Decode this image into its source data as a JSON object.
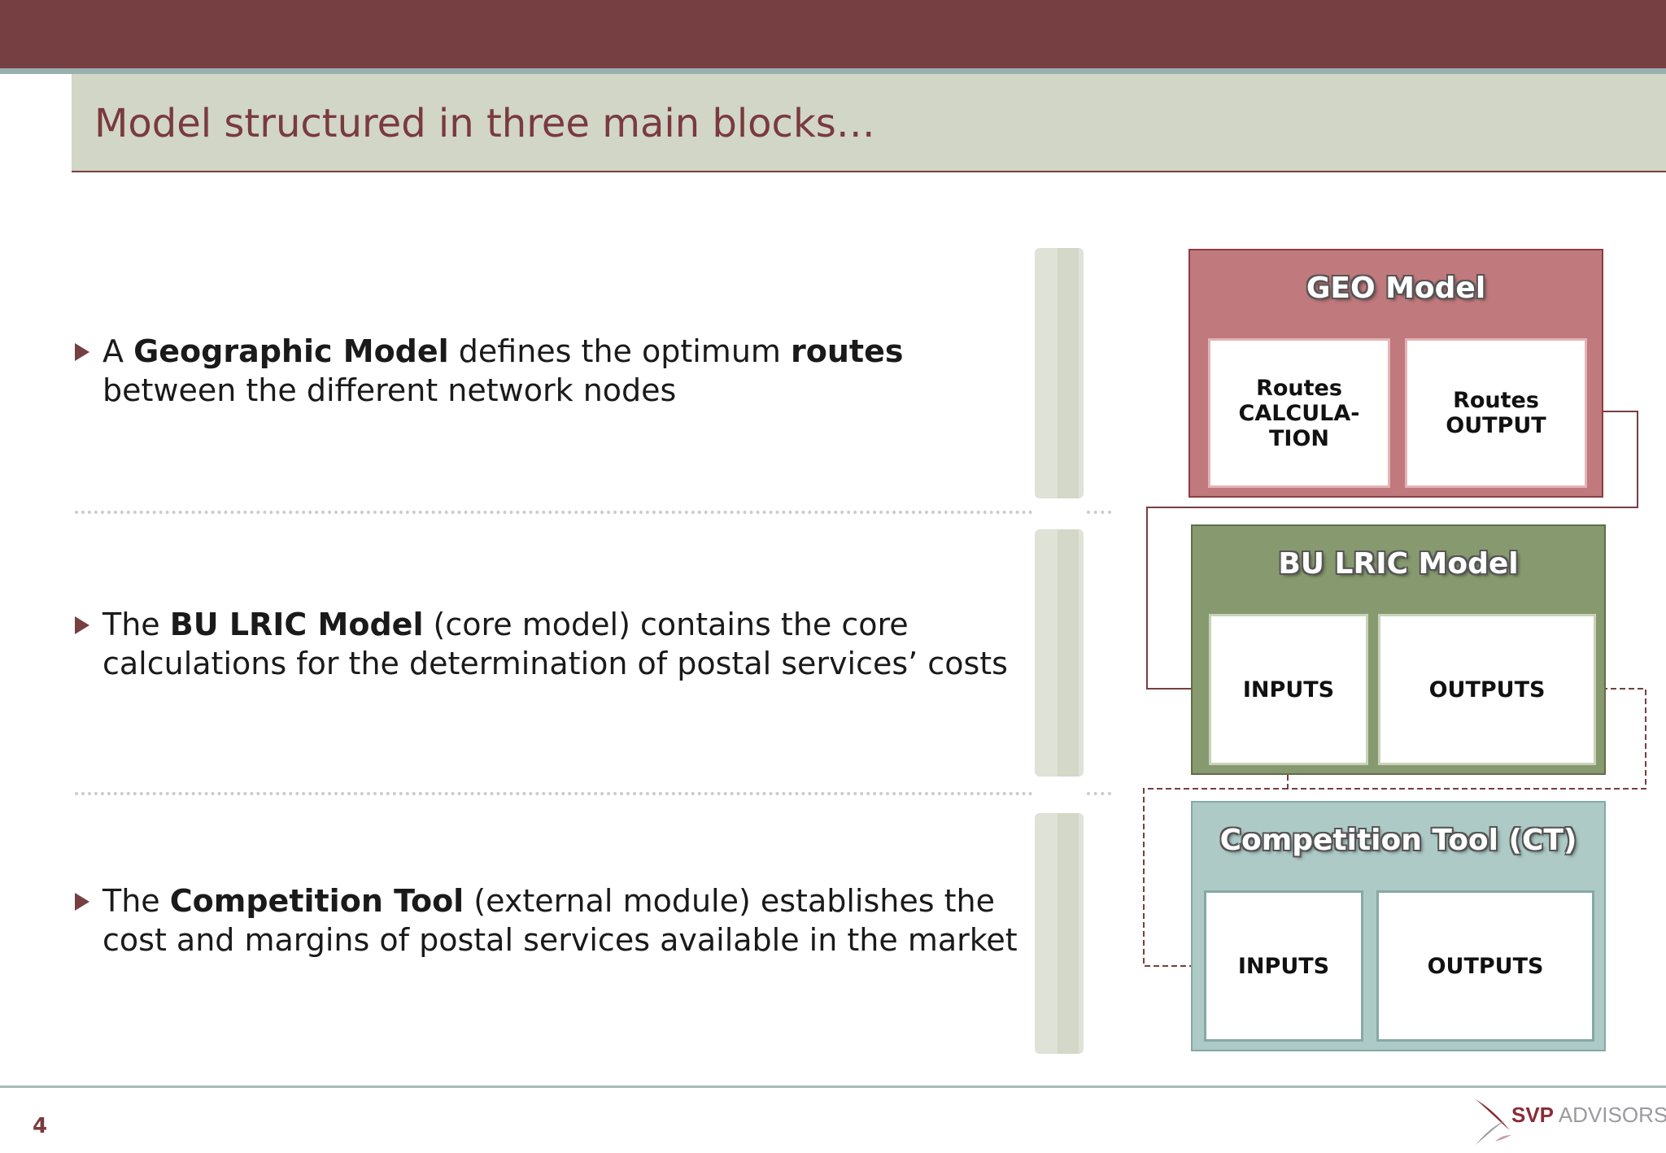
{
  "slide": {
    "title": "Model structured in three main blocks…",
    "page_number": "4"
  },
  "bullets": [
    {
      "pre": "A ",
      "bold1": "Geographic Model",
      "mid": " defines the optimum ",
      "bold2": "routes",
      "line2": "between the different network nodes"
    },
    {
      "pre": "The ",
      "bold1": "BU LRIC Model",
      "mid": " (core model) contains the core",
      "bold2": "",
      "line2": "calculations for the determination of postal services’ costs"
    },
    {
      "pre": "The ",
      "bold1": "Competition Tool",
      "mid": " (external module) establishes the",
      "bold2": "",
      "line2": "cost and margins of postal services available in the market"
    }
  ],
  "diagram": {
    "geo": {
      "title": "GEO Model",
      "box1": [
        "Routes",
        "CALCULA-",
        "TION"
      ],
      "box2": [
        "Routes",
        "OUTPUT"
      ]
    },
    "bu": {
      "title": "BU LRIC Model",
      "box1": "INPUTS",
      "box2": "OUTPUTS"
    },
    "ct": {
      "title": "Competition Tool (CT)",
      "box1": "INPUTS",
      "box2": "OUTPUTS"
    }
  },
  "colors": {
    "brand": "#763f41",
    "geo_block": "#c0797c",
    "bu_block": "#879a6f",
    "ct_block": "#aecac6",
    "title_band": "#d1d6c6"
  },
  "logo": {
    "bold": "SVP",
    "light": " ADVISORS"
  }
}
